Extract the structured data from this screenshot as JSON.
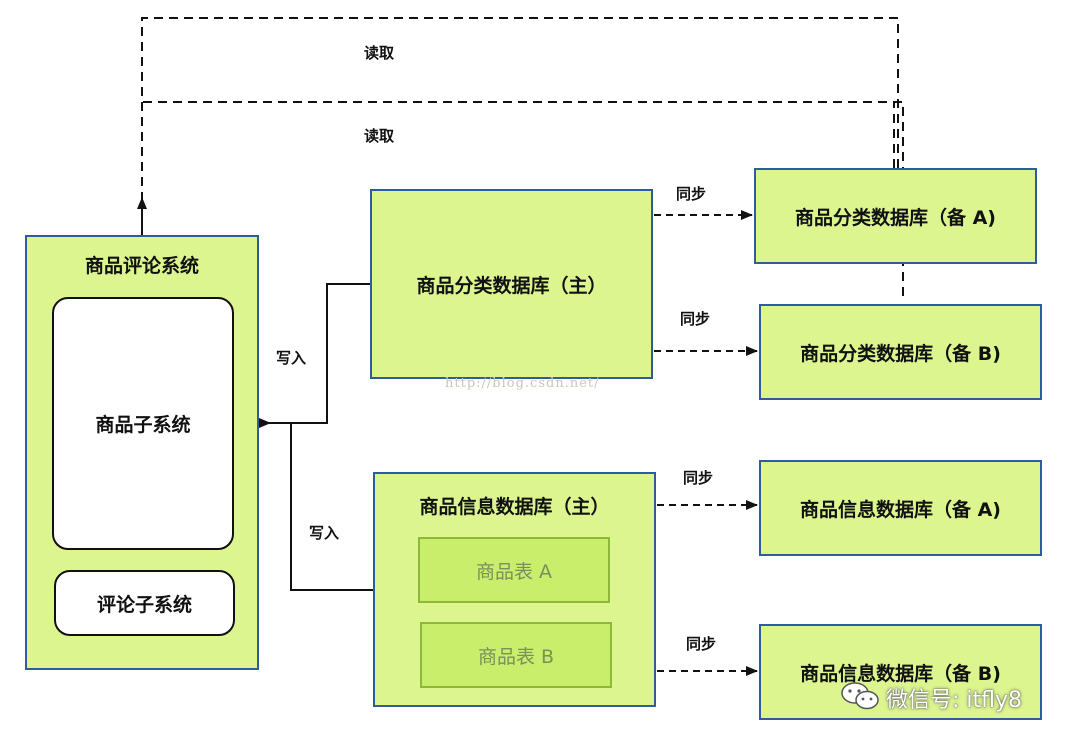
{
  "review_system": {
    "title": "商品评论系统",
    "product_subsystem": "商品子系统",
    "comment_subsystem": "评论子系统"
  },
  "category_db": {
    "primary": "商品分类数据库（主）",
    "backup_a": "商品分类数据库（备 A)",
    "backup_b": "商品分类数据库（备 B)"
  },
  "info_db": {
    "primary": "商品信息数据库（主）",
    "table_a": "商品表 A",
    "table_b": "商品表 B",
    "backup_a": "商品信息数据库（备 A)",
    "backup_b": "商品信息数据库（备 B)"
  },
  "edges": {
    "read_1": "读取",
    "read_2": "读取",
    "write_1": "写入",
    "write_2": "写入",
    "sync_1": "同步",
    "sync_2": "同步",
    "sync_3": "同步",
    "sync_4": "同步"
  },
  "watermarks": {
    "url": "http://blog.csdn.net/",
    "wechat": "微信号: itfly8"
  },
  "colors": {
    "box_fill": "#dcf58f",
    "box_border": "#2e5d9e",
    "table_fill": "#c9ee6c"
  }
}
